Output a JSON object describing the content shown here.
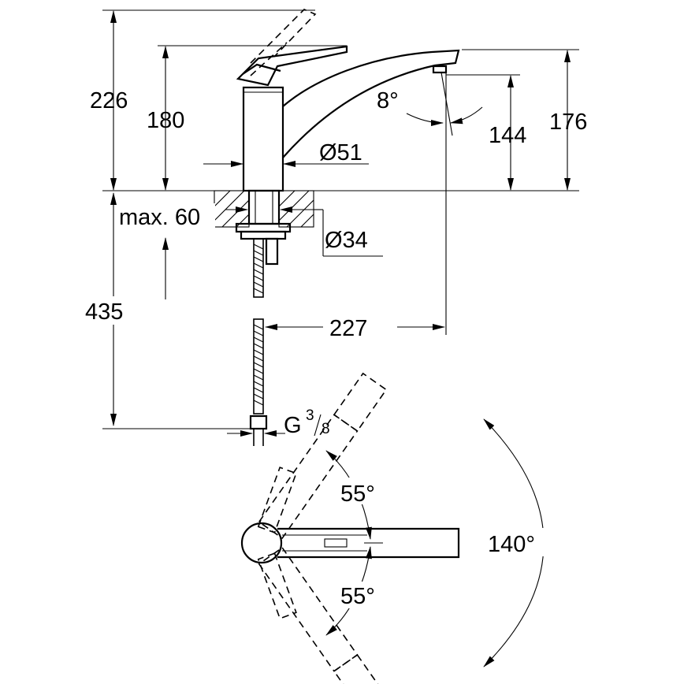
{
  "dimensions": {
    "total_height": "226",
    "lever_height": "180",
    "spout_height": "176",
    "outlet_height": "144",
    "spout_angle": "8°",
    "body_diameter": "Ø51",
    "max_thickness": "max. 60",
    "hole_diameter": "Ø34",
    "hose_length": "435",
    "spout_reach": "227",
    "connection_thread": "G",
    "thread_numerator": "3",
    "thread_denominator": "8"
  },
  "plan_view": {
    "swivel_angle_upper": "55°",
    "swivel_angle_lower": "55°",
    "swivel_angle_total": "140°"
  }
}
